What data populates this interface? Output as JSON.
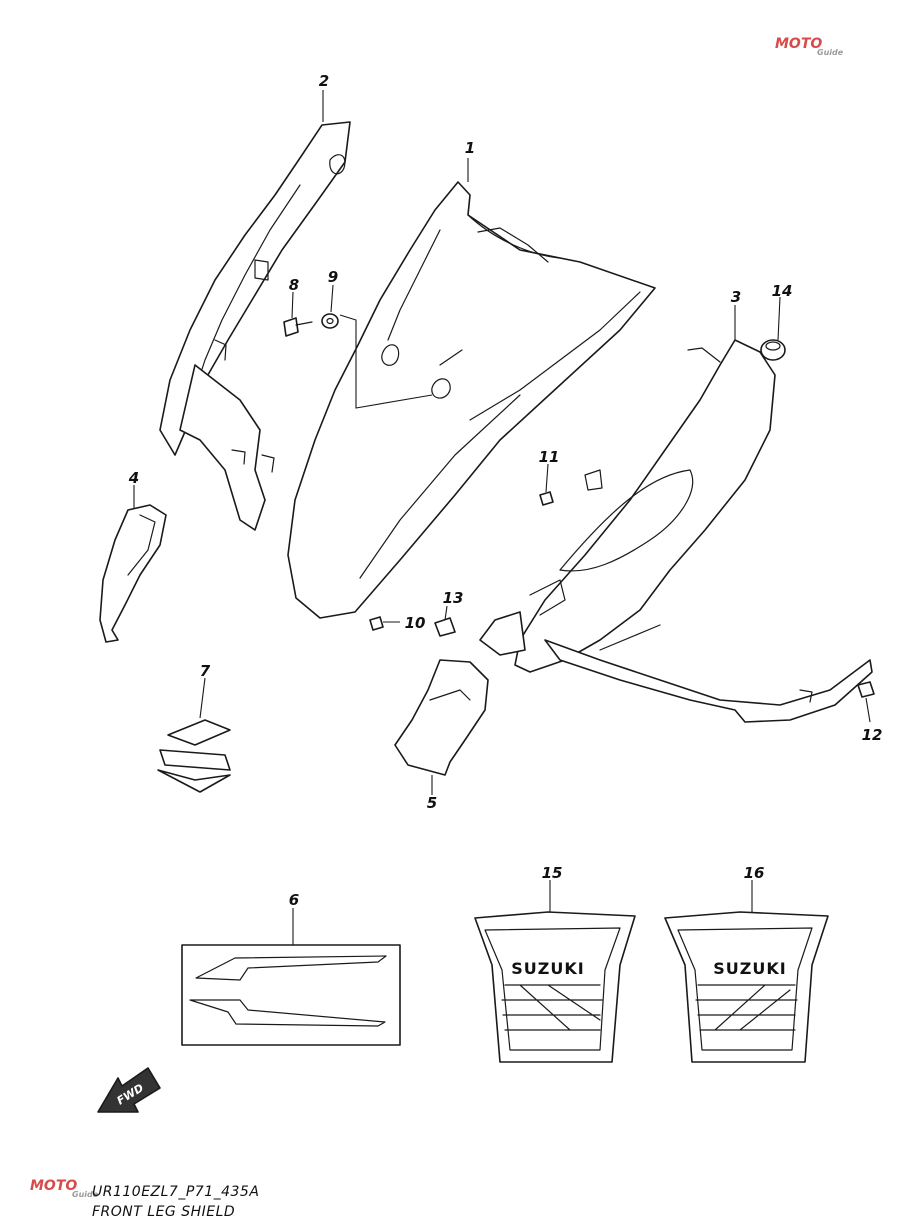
{
  "diagram": {
    "callouts": [
      "1",
      "2",
      "3",
      "4",
      "5",
      "6",
      "7",
      "8",
      "9",
      "10",
      "11",
      "12",
      "13",
      "14",
      "15",
      "16"
    ],
    "decal_text": "SUZUKI",
    "fwd_text": "FWD"
  },
  "caption": {
    "code": "UR110EZL7_P71_435A",
    "title": "FRONT LEG SHIELD"
  },
  "watermark": {
    "text_red": "MOTO",
    "text_gray": "Guide",
    "color": "#d94a4a"
  }
}
